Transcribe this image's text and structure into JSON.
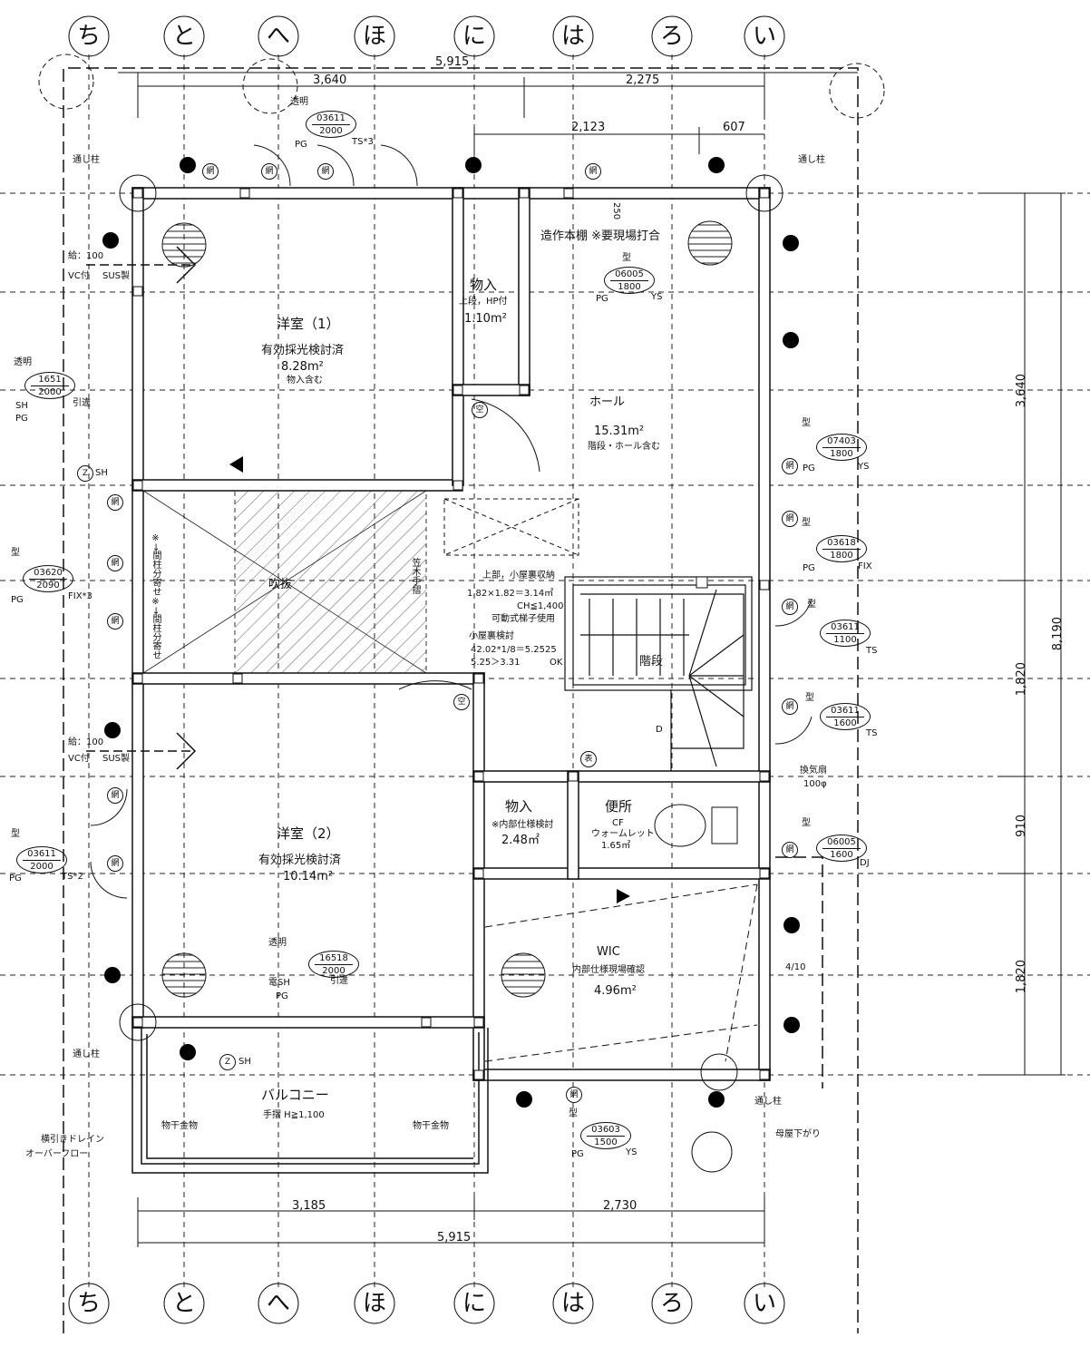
{
  "axes": [
    "ち",
    "と",
    "へ",
    "ほ",
    "に",
    "は",
    "ろ",
    "い"
  ],
  "dimensions": {
    "top_total": "5,915",
    "top_left": "3,640",
    "top_right": "2,275",
    "top_sub_a": "2,123",
    "top_sub_b": "607",
    "shelf_depth": "250",
    "right": [
      "3,640",
      "1,820",
      "910",
      "1,820"
    ],
    "right_total": "8,190",
    "bottom": [
      "3,185",
      "2,730"
    ],
    "bottom_total": "5,915"
  },
  "rooms": {
    "western1": {
      "name": "洋室（1）",
      "note": "有効採光検討済",
      "area": "8.28m²",
      "sub": "物入含む"
    },
    "closet1": {
      "name": "物入",
      "note": "上段，HP付",
      "area": "1.10m²"
    },
    "hall": {
      "name": "ホール",
      "area": "15.31m²",
      "note": "階段・ホール含む"
    },
    "shelf": "造作本棚 ※要現場打合",
    "atrium": "吹抜",
    "handrail": "笠木手摺",
    "attic": [
      "上部，小屋裏収納",
      "1.82×1.82＝3.14㎡",
      "CH≦1,400",
      "可動式梯子使用",
      "小屋裏検討",
      "42.02*1/8＝5.2525",
      "5.25＞3.31",
      "OK"
    ],
    "stairs": "階段",
    "stairs_down": "D",
    "western2": {
      "name": "洋室（2）",
      "note": "有効採光検討済",
      "area": "10.14m²"
    },
    "closet2": {
      "name": "物入",
      "note": "※内部仕様検討",
      "area": "2.48㎡"
    },
    "toilet": {
      "name": "便所",
      "floor": "CF",
      "fixture": "ウォームレット",
      "area": "1.65㎡"
    },
    "wic": {
      "name": "WIC",
      "note": "内部仕様現場確認",
      "area": "4.96m²"
    },
    "balcony": {
      "name": "バルコニー",
      "note": "手摺 H≧1,100"
    }
  },
  "windows": [
    {
      "glass": "透明",
      "code": "03611",
      "size": "2000",
      "a": "PG",
      "b": "TS*3"
    },
    {
      "glass": "透明",
      "code": "1651",
      "size": "2000",
      "a": "SH",
      "b": "PG",
      "c": "引違"
    },
    {
      "glass": "型",
      "code": "06005",
      "size": "1800",
      "a": "PG",
      "b": "YS"
    },
    {
      "glass": "型",
      "code": "07403",
      "size": "1800",
      "a": "PG",
      "b": "YS"
    },
    {
      "glass": "型",
      "code": "03618",
      "size": "1800",
      "a": "PG",
      "b": "FIX"
    },
    {
      "glass": "型",
      "code": "03611",
      "size": "1100",
      "a": "TS"
    },
    {
      "glass": "型",
      "code": "03611",
      "size": "1600",
      "a": "TS"
    },
    {
      "glass": "型",
      "code": "06005",
      "size": "1600",
      "a": "DJ"
    },
    {
      "glass": "型",
      "code": "03620",
      "size": "2090",
      "a": "PG",
      "b": "FIX*3"
    },
    {
      "glass": "型",
      "code": "03611",
      "size": "2000",
      "a": "PG",
      "b": "TS*2"
    },
    {
      "glass": "透明",
      "code": "16518",
      "size": "2000",
      "a": "電SH",
      "b": "PG",
      "c": "引違"
    },
    {
      "glass": "型",
      "code": "03603",
      "size": "1500",
      "a": "PG",
      "b": "YS"
    }
  ],
  "labels": {
    "through_column": "通し柱",
    "supply": "給：100",
    "vc": "VC付",
    "sus": "SUS製",
    "net": "網",
    "empty": "空",
    "front": "表",
    "z": "Z",
    "sh": "SH",
    "stud_shift": "※→間柱分寄せ",
    "fan": "換気扇",
    "fan_size": "100φ",
    "slope": "4/10",
    "purlin": "母屋下がり",
    "laundry": "物干金物",
    "drain": "横引きドレイン",
    "overflow": "オーバーフロー"
  }
}
